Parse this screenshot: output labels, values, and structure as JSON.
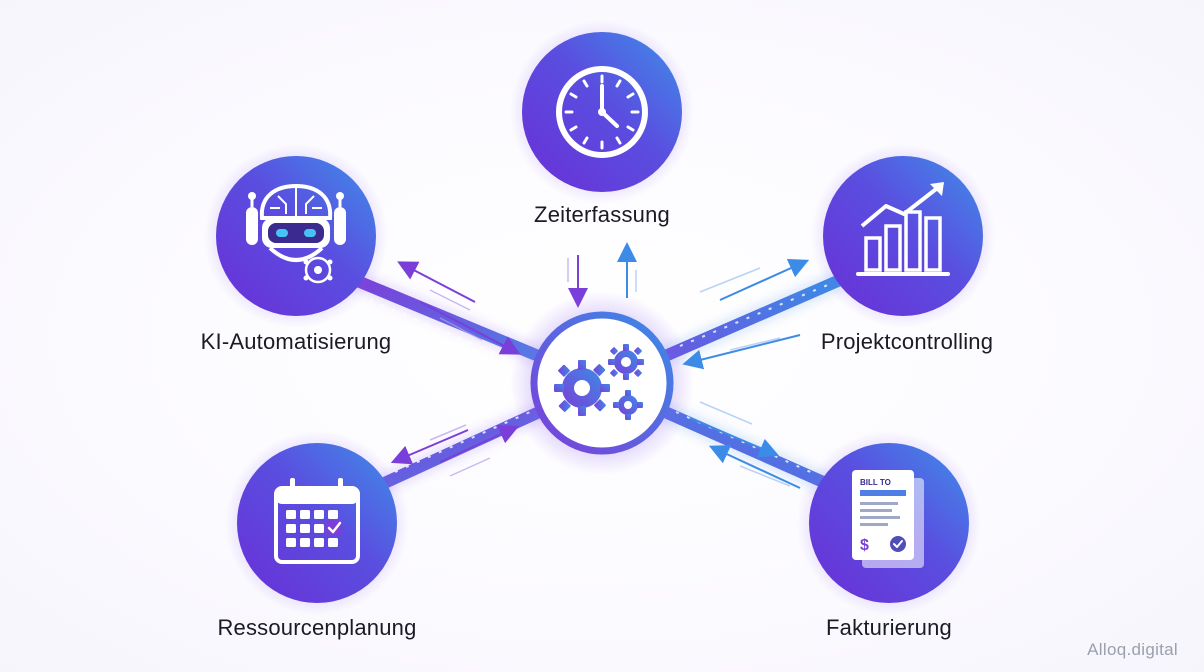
{
  "diagram": {
    "center": {
      "icon": "gears-icon"
    },
    "nodes": [
      {
        "id": "zeiterfassung",
        "label": "Zeiterfassung",
        "icon": "clock-icon"
      },
      {
        "id": "ki",
        "label": "KI-Automatisierung",
        "icon": "robot-brain-icon"
      },
      {
        "id": "projekt",
        "label": "Projektcontrolling",
        "icon": "bar-chart-growth-icon"
      },
      {
        "id": "ressourcen",
        "label": "Ressourcenplanung",
        "icon": "calendar-icon"
      },
      {
        "id": "fakturierung",
        "label": "Fakturierung",
        "icon": "invoice-icon",
        "invoice_header": "BILL TO"
      }
    ],
    "colors": {
      "purple": "#7b3fd9",
      "blue": "#3c8be6",
      "text": "#1b1b24"
    }
  },
  "watermark": "Alloq.digital"
}
